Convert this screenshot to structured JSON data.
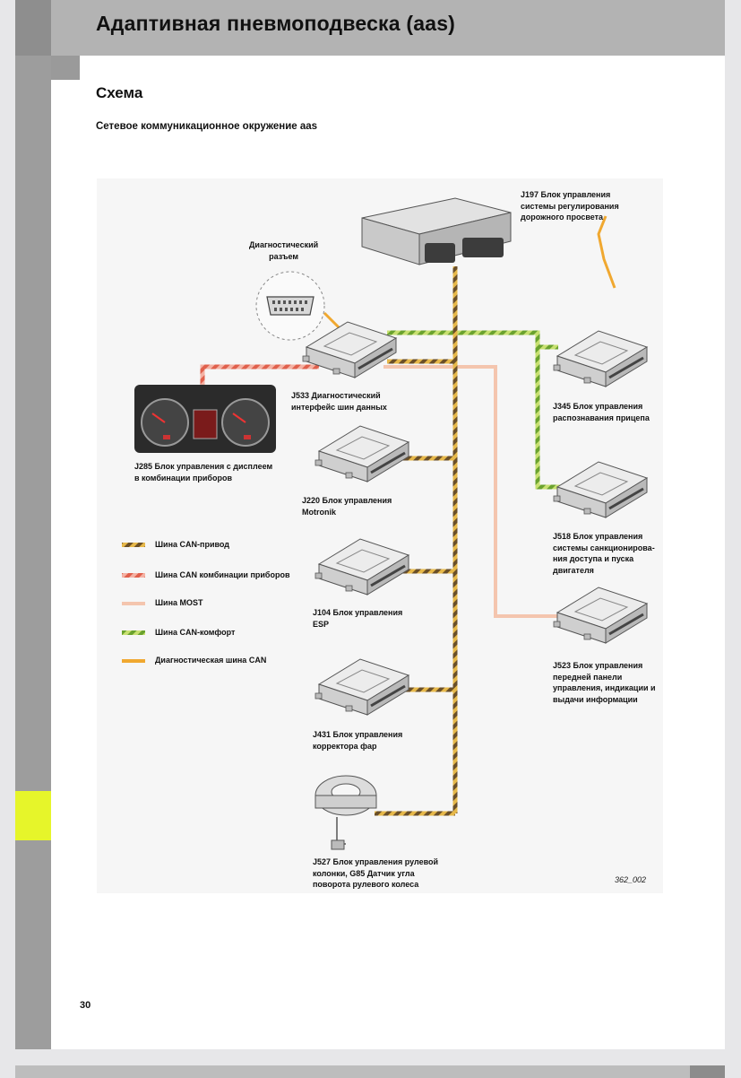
{
  "header": {
    "title": "Адаптивная пневмоподвеска (aas)"
  },
  "section": {
    "title": "Схема"
  },
  "subtitle": "Сетевое коммуникационное окружение aas",
  "figure": {
    "code": "362_002",
    "labels": {
      "j197": [
        "J197 Блок управления",
        "системы регулирования",
        "дорожного просвета"
      ],
      "diag": [
        "Диагностический",
        "разъем"
      ],
      "j533": [
        "J533 Диагностический",
        "интерфейс шин данных"
      ],
      "j285": [
        "J285 Блок управления с дисплеем",
        "в комбинации приборов"
      ],
      "j220": [
        "J220 Блок управления",
        "Motronik"
      ],
      "j345": [
        "J345 Блок управления",
        "распознавания прицепа"
      ],
      "j518": [
        "J518 Блок управления",
        "системы санкционирова-",
        "ния доступа и пуска",
        "двигателя"
      ],
      "j104": [
        "J104 Блок управления",
        "ESP"
      ],
      "j523": [
        "J523 Блок управления",
        "передней панели",
        "управления, индикации и",
        "выдачи информации"
      ],
      "j431": [
        "J431 Блок управления",
        "корректора фар"
      ],
      "j527": [
        "J527 Блок управления рулевой",
        "колонки, G85 Датчик угла",
        "поворота рулевого колеса"
      ]
    },
    "legend": [
      {
        "label": "Шина CAN-привод",
        "color": "#8a6a3a"
      },
      {
        "label": "Шина CAN комбинации приборов",
        "color": "#e8806c"
      },
      {
        "label": "Шина MOST",
        "color": "#f3c6ae"
      },
      {
        "label": "Шина CAN-комфорт",
        "color": "#7ab33a"
      },
      {
        "label": "Диагностическая шина CAN",
        "color": "#f0a830"
      }
    ]
  },
  "page_number": "30"
}
